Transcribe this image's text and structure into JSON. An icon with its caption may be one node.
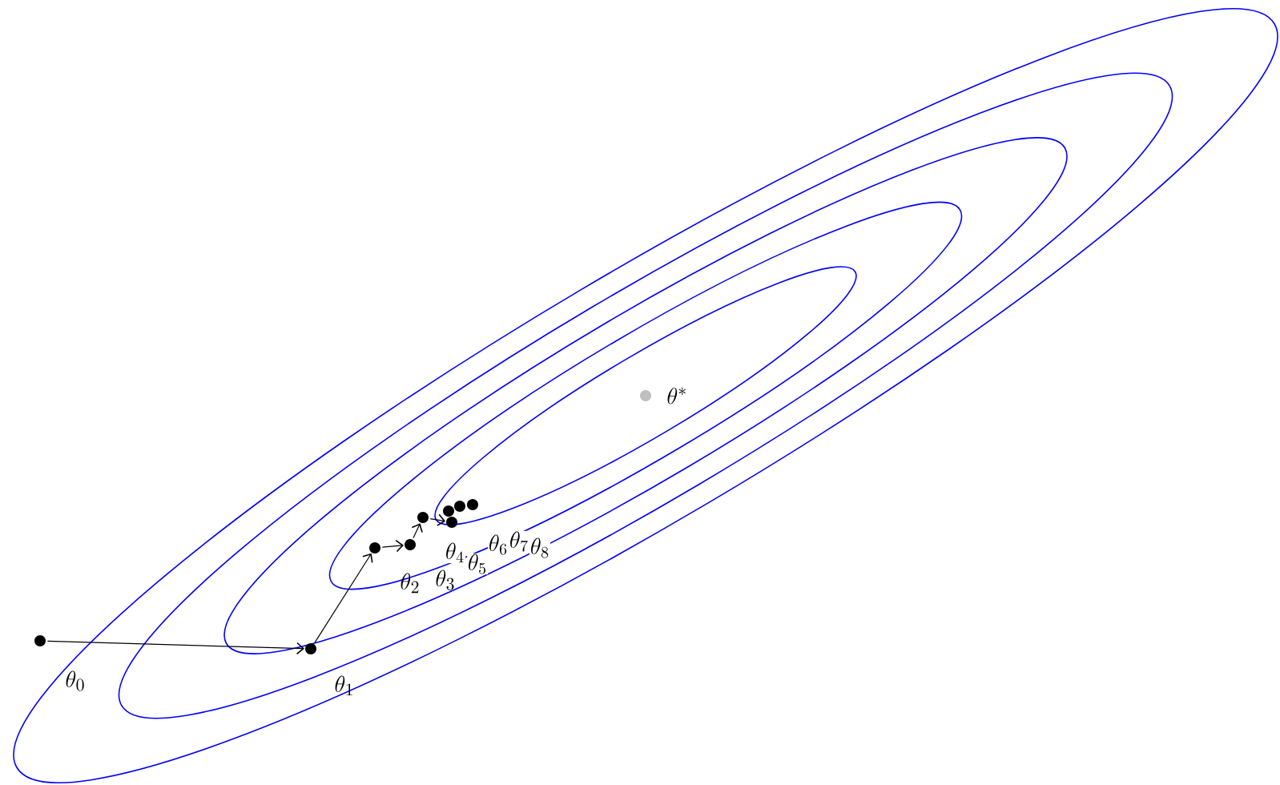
{
  "diagram": {
    "nodes": [
      {
        "text": [],
        "shape": "circle",
        "beside": [
          "\\theta_0"
        ]
      },
      {
        "text": [],
        "shape": "circle",
        "beside": [
          "\\theta_1"
        ]
      },
      {
        "text": [],
        "shape": "circle",
        "beside": [
          "\\theta_2"
        ]
      },
      {
        "text": [],
        "shape": "circle",
        "beside": [
          "\\theta_3"
        ]
      },
      {
        "text": [],
        "shape": "circle"
      },
      {
        "text": [],
        "shape": "circle"
      },
      {
        "text": [],
        "shape": "circle"
      },
      {
        "text": [],
        "shape": "circle"
      },
      {
        "text": [],
        "shape": "circle"
      },
      {
        "text": [],
        "shape": "circle",
        "beside": [
          "\\theta^*"
        ]
      }
    ],
    "edges": [
      {
        "from": 0,
        "to": 1,
        "arrow": "to"
      },
      {
        "from": 1,
        "to": 2,
        "arrow": "to"
      },
      {
        "from": 2,
        "to": 3,
        "arrow": "to"
      },
      {
        "from": 3,
        "to": 4,
        "arrow": "to"
      },
      {
        "from": 4,
        "to": 5,
        "arrow": "to"
      }
    ],
    "labels": [
      "\\theta_4",
      "\\theta_5",
      "\\theta_6",
      "\\theta_7",
      "\\theta_8"
    ]
  }
}
